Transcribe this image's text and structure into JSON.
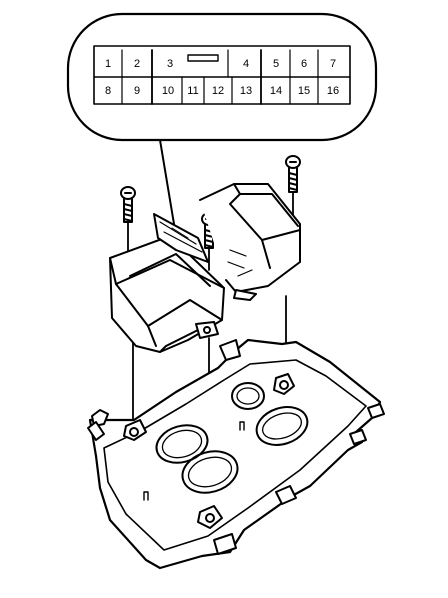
{
  "connector": {
    "top_row": [
      "1",
      "2",
      "3",
      "4",
      "5",
      "6",
      "7"
    ],
    "bottom_row": [
      "8",
      "9",
      "10",
      "11",
      "12",
      "13",
      "14",
      "15",
      "16"
    ]
  },
  "colors": {
    "line": "#000000",
    "background": "#ffffff"
  }
}
